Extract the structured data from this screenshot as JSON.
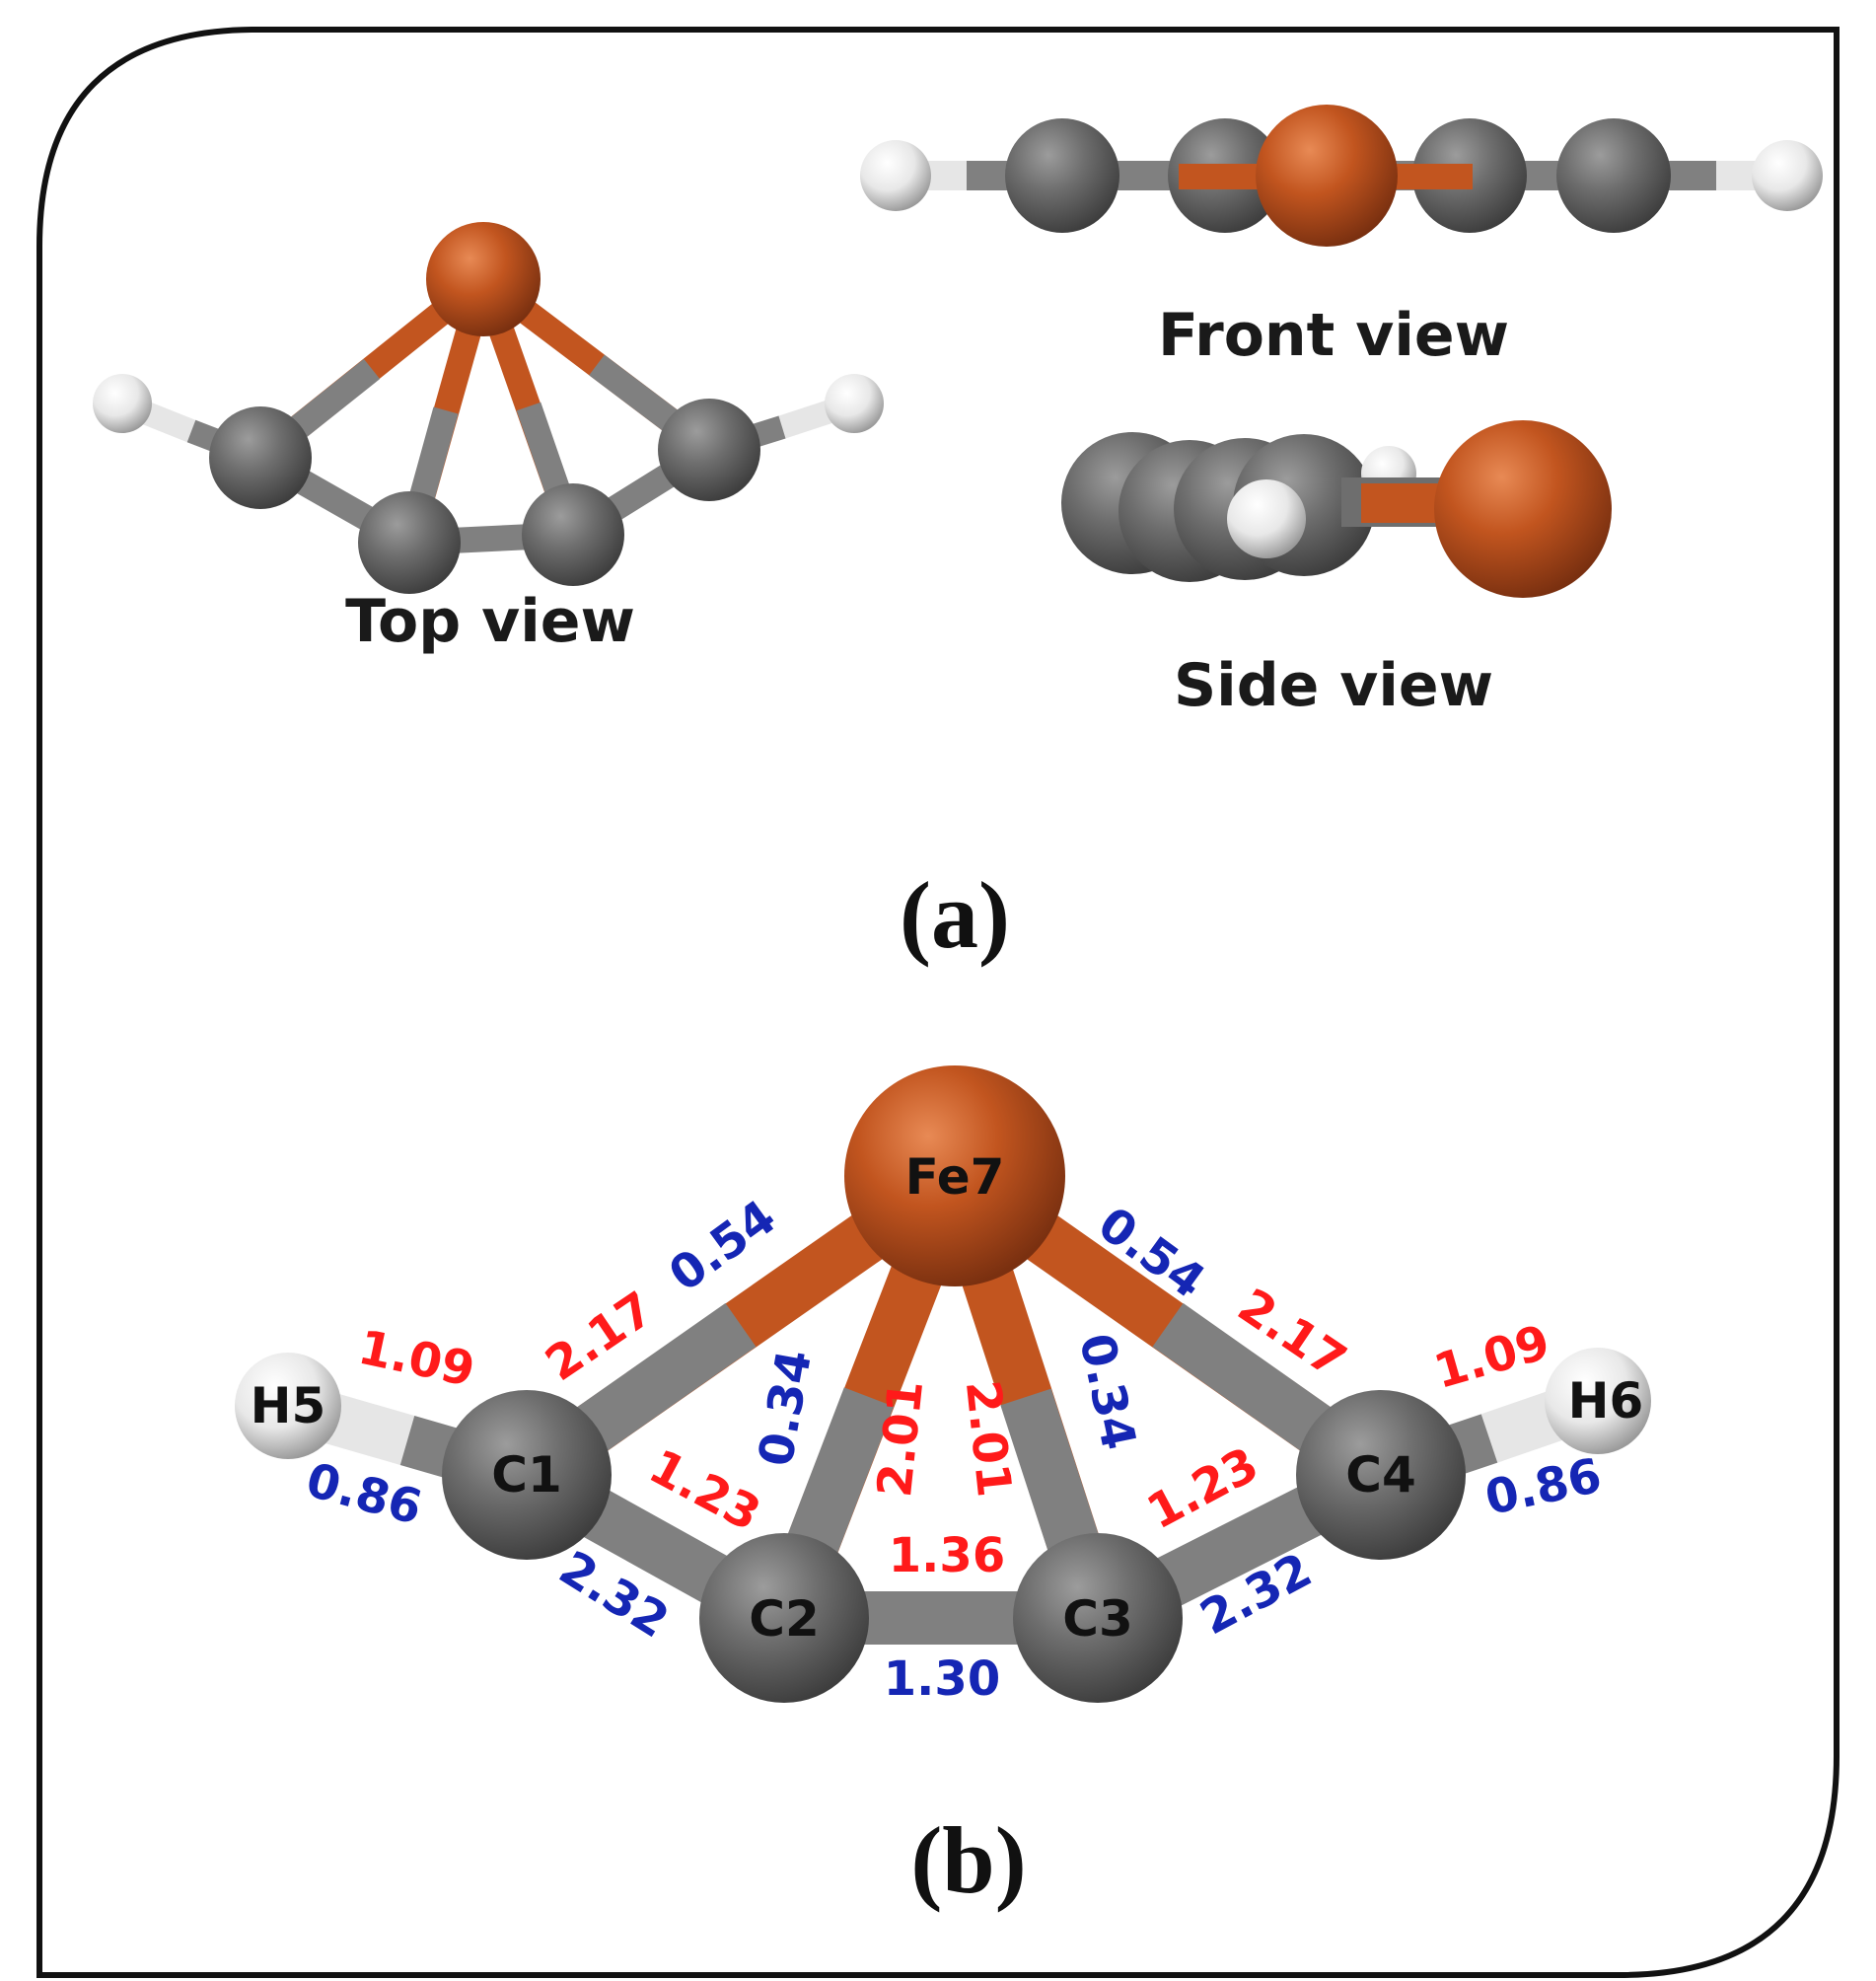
{
  "colors": {
    "red_label": "#ff1a1a",
    "blue_label": "#1526b4",
    "iron": "#c2551f",
    "carbon": "#6e6e6e",
    "hydrogen": "#e8e8e8"
  },
  "panel_a": {
    "label": "(a)",
    "top_view": "Top view",
    "front_view": "Front view",
    "side_view": "Side view"
  },
  "panel_b": {
    "label": "(b)",
    "atoms": {
      "fe7": "Fe7",
      "c1": "C1",
      "c2": "C2",
      "c3": "C3",
      "c4": "C4",
      "h5": "H5",
      "h6": "H6"
    },
    "red_values": {
      "c1_h5": "1.09",
      "c4_h6": "1.09",
      "fe_c1": "2.17",
      "fe_c4": "2.17",
      "fe_c2": "2.01",
      "fe_c3": "2.01",
      "c1_c2": "1.23",
      "c3_c4": "1.23",
      "c2_c3": "1.36"
    },
    "blue_values": {
      "c1_h5": "0.86",
      "c4_h6": "0.86",
      "fe_c1": "0.54",
      "fe_c4": "0.54",
      "fe_c2": "0.34",
      "fe_c3": "0.34",
      "c1_c2": "2.32",
      "c3_c4": "2.32",
      "c2_c3": "1.30"
    }
  }
}
